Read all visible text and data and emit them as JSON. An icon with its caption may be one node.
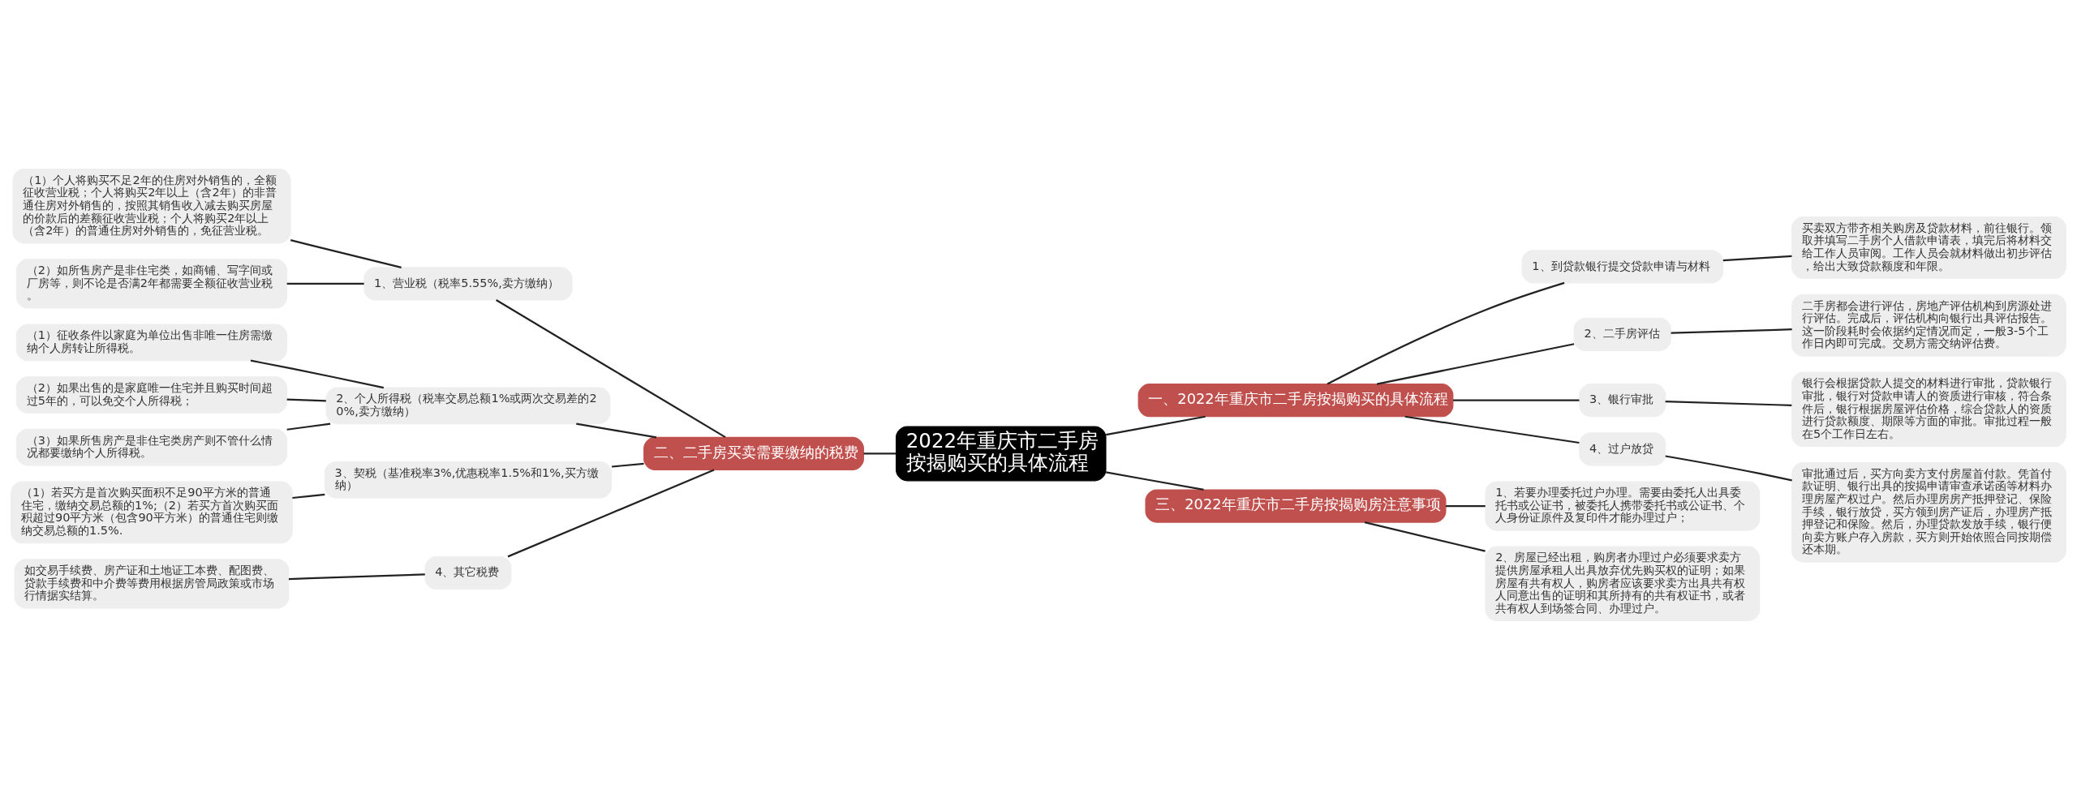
{
  "diagram": {
    "nodes": [
      {
        "text": [
          "2022年重庆市二手房按揭购买的具体流程"
        ]
      },
      {
        "text": [
          "一、2022年重庆市二手房按揭购买的具体流程"
        ]
      },
      {
        "text": [
          "1、到贷款银行提交贷款申请与材料"
        ]
      },
      {
        "text": [
          "买卖双方带齐相关购房及贷款材料，前往银行。领取并填写二手房个人借款申请表，填完后将材料交给工作人员审阅。工作人员会就材料做出初步评估，给出大致贷款额度和年限。"
        ]
      },
      {
        "text": [
          "2、二手房评估"
        ]
      },
      {
        "text": [
          "二手房都会进行评估，房地产评估机构到房源处进行评估。完成后，评估机构向银行出具评估报告。这一阶段耗时会依据约定情况而定，一般3-5个工作日内即可完成。交易方需交纳评估费。"
        ]
      },
      {
        "text": [
          "3、银行审批"
        ]
      },
      {
        "text": [
          "银行会根据贷款人提交的材料进行审批，贷款银行审批，银行对贷款申请人的资质进行审核，符合条件后，银行根据房屋评估价格，综合贷款人的资质进行贷款额度、期限等方面的审批。审批过程一般在5个工作日左右。"
        ]
      },
      {
        "text": [
          "4、过户放贷"
        ]
      },
      {
        "text": [
          "审批通过后，买方向卖方支付房屋首付款。凭首付款证明、银行出具的按揭申请审查承诺函等材料办理房屋产权过户。然后办理房房产抵押登记、保险手续，银行放贷，买方领到房产证后，办理房产抵押登记和保险。然后，办理贷款发放手续，银行便向卖方账户存入房款，买方则开始依照合同按期偿还本期。"
        ]
      },
      {
        "text": [
          "三、2022年重庆市二手房按揭购房注意事项"
        ]
      },
      {
        "text": [
          "1、若要办理委托过户办理。需要由委托人出具委托书或公证书，被委托人携带委托书或公证书、个人身份证原件及复印件才能办理过户；"
        ]
      },
      {
        "text": [
          "2、房屋已经出租，购房者办理过户必须要求卖方提供房屋承租人出具放弃优先购买权的证明；如果房屋有共有权人，购房者应该要求卖方出具共有权人同意出售的证明和其所持有的共有权证书，或者共有权人到场签合同、办理过户。"
        ]
      },
      {
        "text": [
          "二、二手房买卖需要缴纳的税费"
        ]
      },
      {
        "text": [
          "1、营业税（税率5.55%,卖方缴纳）"
        ]
      },
      {
        "text": [
          "（1）个人将购买不足2年的住房对外销售的，全额征收营业税；个人将购买2年以上（含2年）的非普通住房对外销售的，按照其销售收入减去购买房屋的价款后的差额征收营业税；个人将购买2年以上（含2年）的普通住房对外销售的，免征营业税。"
        ]
      },
      {
        "text": [
          "（2）如所售房产是非住宅类，如商铺、写字间或厂房等，则不论是否满2年都需要全额征收营业税。"
        ]
      },
      {
        "text": [
          "2、个人所得税（税率交易总额1%或两次交易差的20%,卖方缴纳）"
        ]
      },
      {
        "text": [
          "（1）征收条件以家庭为单位出售非唯一住房需缴纳个人房转让所得税。"
        ]
      },
      {
        "text": [
          "（2）如果出售的是家庭唯一住宅并且购买时间超过5年的，可以免交个人所得税；"
        ]
      },
      {
        "text": [
          "（3）如果所售房产是非住宅类房产则不管什么情况都要缴纳个人所得税。"
        ]
      },
      {
        "text": [
          "3、契税（基准税率3%,优惠税率1.5%和1%,买方缴纳）"
        ]
      },
      {
        "text": [
          "（1）若买方是首次购买面积不足90平方米的普通住宅，缴纳交易总额的1%;（2）若买方首次购买面积超过90平方米（包含90平方米）的普通住宅则缴纳交易总额的1.5%."
        ]
      },
      {
        "text": [
          "4、其它税费"
        ]
      },
      {
        "text": [
          "如交易手续费、房产证和土地证工本费、配图费、贷款手续费和中介费等费用根据房管局政策或市场行情据实结算。"
        ]
      }
    ],
    "edges": [
      {
        "from": 0,
        "to": 1,
        "arrow": "none"
      },
      {
        "from": 1,
        "to": 2,
        "arrow": "none"
      },
      {
        "from": 2,
        "to": 3,
        "arrow": "none"
      },
      {
        "from": 1,
        "to": 4,
        "arrow": "none"
      },
      {
        "from": 4,
        "to": 5,
        "arrow": "none"
      },
      {
        "from": 1,
        "to": 6,
        "arrow": "none"
      },
      {
        "from": 6,
        "to": 7,
        "arrow": "none"
      },
      {
        "from": 1,
        "to": 8,
        "arrow": "none"
      },
      {
        "from": 8,
        "to": 9,
        "arrow": "none"
      },
      {
        "from": 0,
        "to": 10,
        "arrow": "none"
      },
      {
        "from": 10,
        "to": 11,
        "arrow": "none"
      },
      {
        "from": 10,
        "to": 12,
        "arrow": "none"
      },
      {
        "from": 13,
        "to": 0,
        "arrow": "none"
      },
      {
        "from": 14,
        "to": 13,
        "arrow": "none"
      },
      {
        "from": 15,
        "to": 14,
        "arrow": "none"
      },
      {
        "from": 16,
        "to": 14,
        "arrow": "none"
      },
      {
        "from": 17,
        "to": 13,
        "arrow": "none"
      },
      {
        "from": 18,
        "to": 17,
        "arrow": "none"
      },
      {
        "from": 19,
        "to": 17,
        "arrow": "none"
      },
      {
        "from": 20,
        "to": 17,
        "arrow": "none"
      },
      {
        "from": 21,
        "to": 13,
        "arrow": "none"
      },
      {
        "from": 22,
        "to": 21,
        "arrow": "none"
      },
      {
        "from": 23,
        "to": 13,
        "arrow": "none"
      },
      {
        "from": 24,
        "to": 23,
        "arrow": "none"
      }
    ]
  }
}
